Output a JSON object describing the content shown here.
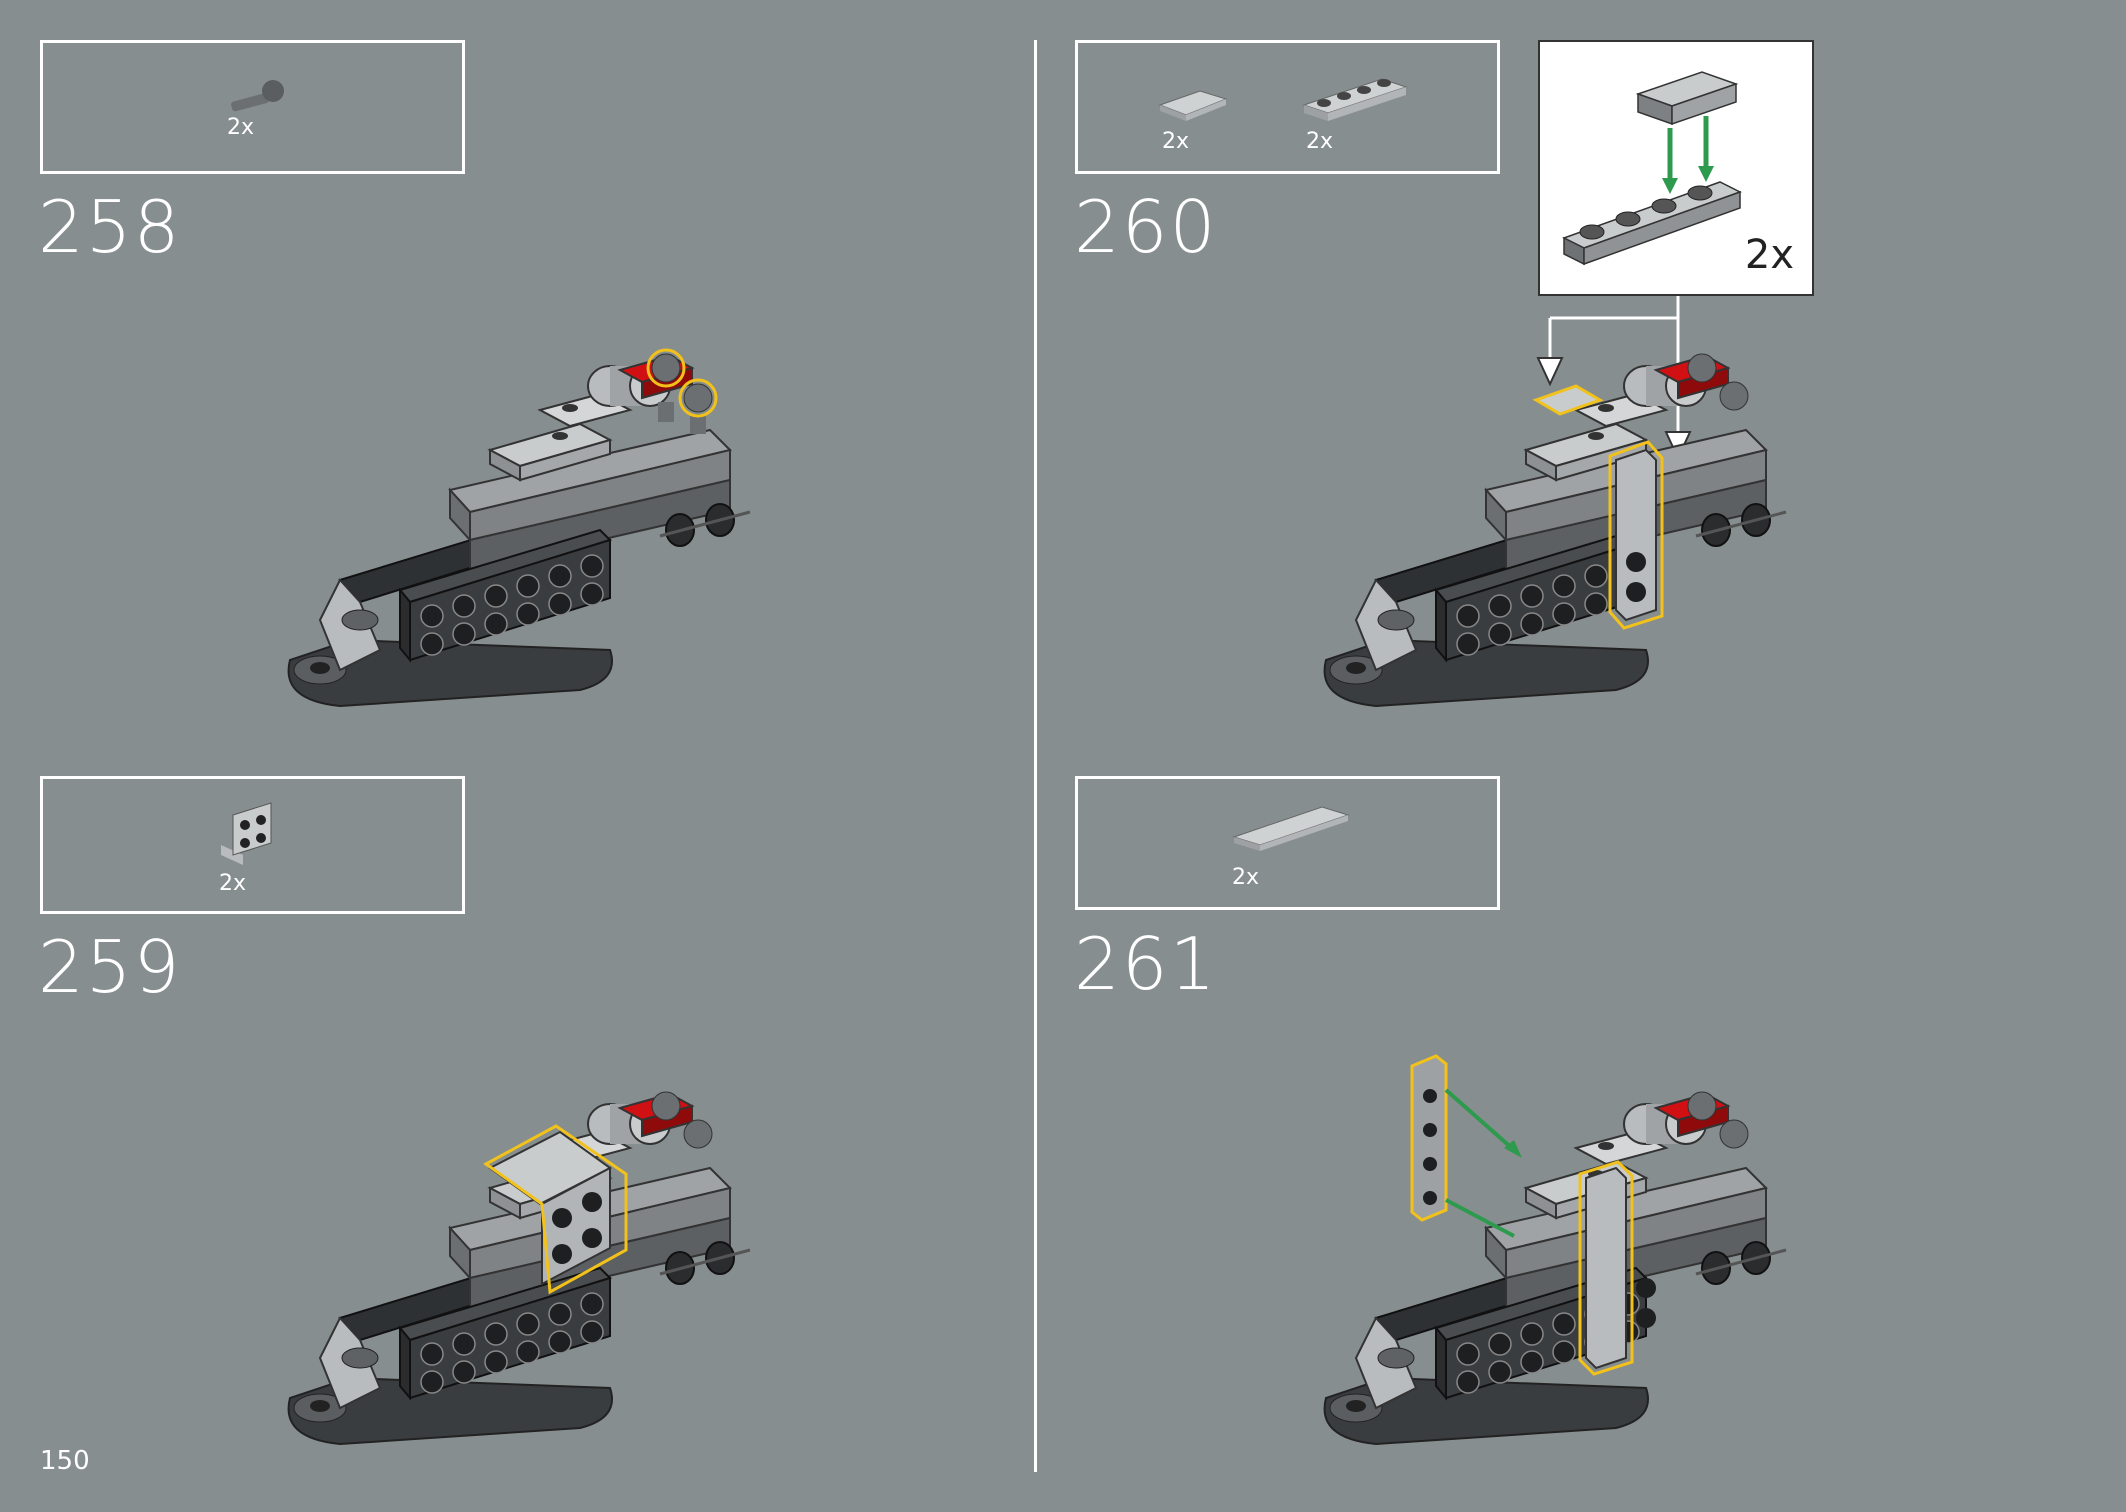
{
  "page_number": "150",
  "steps": [
    {
      "number": "258",
      "parts": [
        {
          "name": "ball-joint-pin-icon",
          "qty": "2x"
        }
      ]
    },
    {
      "number": "259",
      "parts": [
        {
          "name": "angle-bracket-plate-icon",
          "qty": "2x"
        }
      ]
    },
    {
      "number": "260",
      "parts": [
        {
          "name": "tile-1x2-icon",
          "qty": "2x"
        },
        {
          "name": "plate-1x4-icon",
          "qty": "2x"
        }
      ],
      "subassembly_qty": "2x"
    },
    {
      "number": "261",
      "parts": [
        {
          "name": "tile-1x4-icon",
          "qty": "2x"
        }
      ]
    }
  ],
  "colors": {
    "background": "#878e8f",
    "highlight": "#f2c21b",
    "arrow_green": "#2e9a4e",
    "brick_red": "#d01012",
    "dark_grey": "#3a3d40"
  }
}
